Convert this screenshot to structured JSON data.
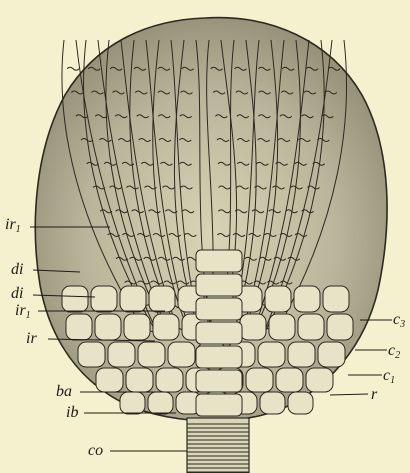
{
  "figure": {
    "background": "#f5f1cf",
    "ink": "#1d1b16",
    "subject": "crinoid-calyx-with-arms-and-column"
  },
  "labels": [
    {
      "id": "ir1-top",
      "text": "ir",
      "sub": "1",
      "side": "left"
    },
    {
      "id": "di-a",
      "text": "di",
      "sub": "",
      "side": "left"
    },
    {
      "id": "di-b",
      "text": "di",
      "sub": "",
      "side": "left"
    },
    {
      "id": "ir1",
      "text": "ir",
      "sub": "1",
      "side": "left"
    },
    {
      "id": "ir",
      "text": "ir",
      "sub": "",
      "side": "left"
    },
    {
      "id": "ba",
      "text": "ba",
      "sub": "",
      "side": "left"
    },
    {
      "id": "ib",
      "text": "ib",
      "sub": "",
      "side": "left"
    },
    {
      "id": "co",
      "text": "co",
      "sub": "",
      "side": "left"
    },
    {
      "id": "c3",
      "text": "c",
      "sub": "3",
      "side": "right"
    },
    {
      "id": "c2",
      "text": "c",
      "sub": "2",
      "side": "right"
    },
    {
      "id": "c1",
      "text": "c",
      "sub": "1",
      "side": "right"
    },
    {
      "id": "r",
      "text": "r",
      "sub": "",
      "side": "right"
    }
  ]
}
